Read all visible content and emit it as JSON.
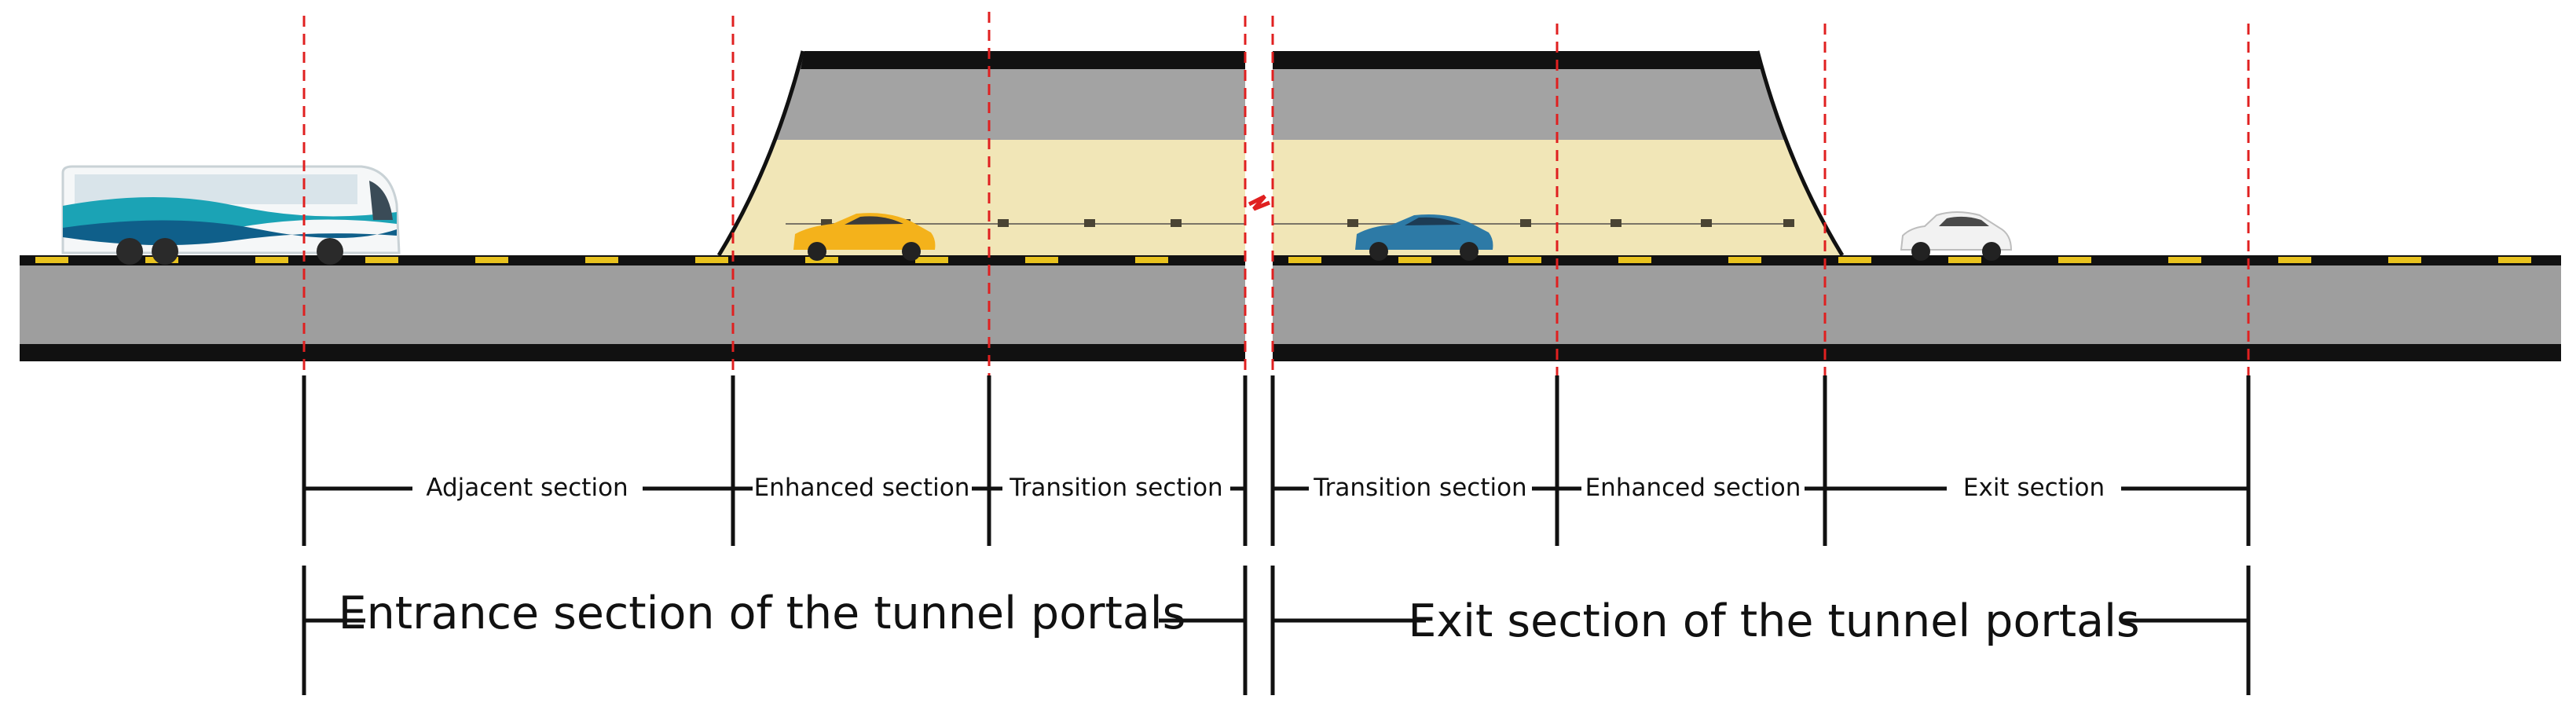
{
  "sections": {
    "adjacent": "Adjacent section",
    "enhanced_in": "Enhanced section",
    "transition_in": "Transition section",
    "transition_out": "Transition section",
    "enhanced_out": "Enhanced section",
    "exit": "Exit section"
  },
  "groups": {
    "entrance": "Entrance section of the tunnel portals",
    "exit": "Exit section of the tunnel portals"
  },
  "colors": {
    "road_gray": "#9e9e9e",
    "road_dark": "#111111",
    "lane_yellow": "#e8c21e",
    "tunnel_gray": "#a3a3a3",
    "tunnel_light": "#f1e6b7",
    "boundary_red": "#e02020",
    "bus_teal": "#1ba3b5",
    "taxi_yellow": "#f4b21b",
    "car_blue": "#2d7aa6",
    "car_white": "#f2f2f2"
  },
  "icons": [
    "bus-icon",
    "yellow-car-icon",
    "blue-car-icon",
    "white-car-icon",
    "break-mark-icon"
  ]
}
